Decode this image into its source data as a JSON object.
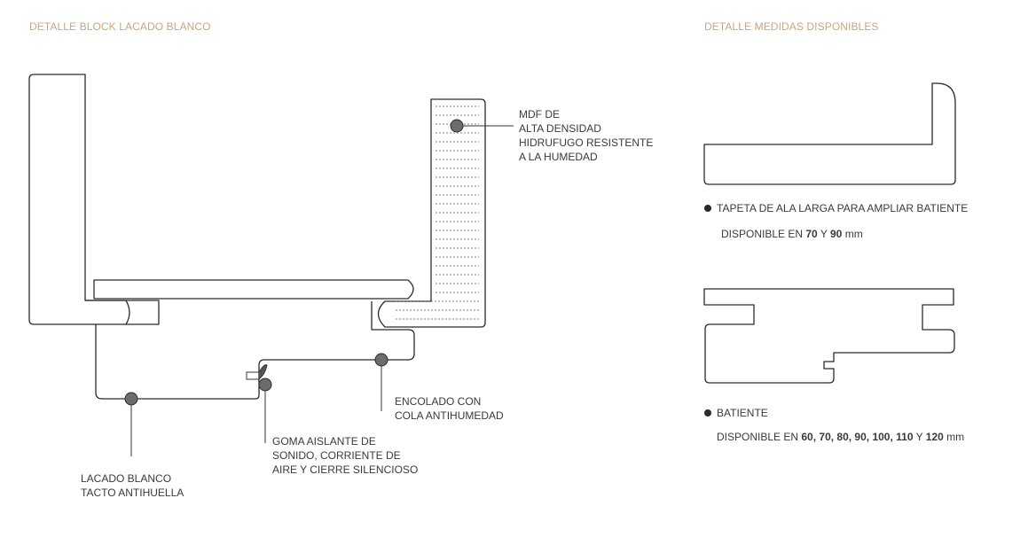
{
  "colors": {
    "accent": "#c9a77e",
    "line": "#2b2b2b",
    "marker": "#6c6c6c"
  },
  "left_title": "DETALLE BLOCK LACADO BLANCO",
  "right_title": "DETALLE MEDIDAS DISPONIBLES",
  "callouts": {
    "mdf": [
      "MDF DE",
      "ALTA DENSIDAD",
      "HIDRUFUGO RESISTENTE",
      "A LA HUMEDAD"
    ],
    "encolado": [
      "ENCOLADO CON",
      "COLA ANTIHUMEDAD"
    ],
    "goma": [
      "GOMA AISLANTE DE",
      "SONIDO, CORRIENTE DE",
      "AIRE Y CIERRE SILENCIOSO"
    ],
    "lacado": [
      "LACADO BLANCO",
      "TACTO ANTIHUELLA"
    ]
  },
  "tapeta": {
    "title": "TAPETA DE ALA LARGA PARA AMPLIAR BATIENTE",
    "avail_prefix": "DISPONIBLE EN",
    "sizes": [
      "70",
      "90"
    ],
    "connector": "Y",
    "unit": "mm"
  },
  "batiente": {
    "title": "BATIENTE",
    "avail_prefix": "DISPONIBLE EN",
    "sizes_list": "60, 70, 80, 90, 100, 110",
    "connector": "Y",
    "last_size": "120",
    "unit": "mm"
  }
}
